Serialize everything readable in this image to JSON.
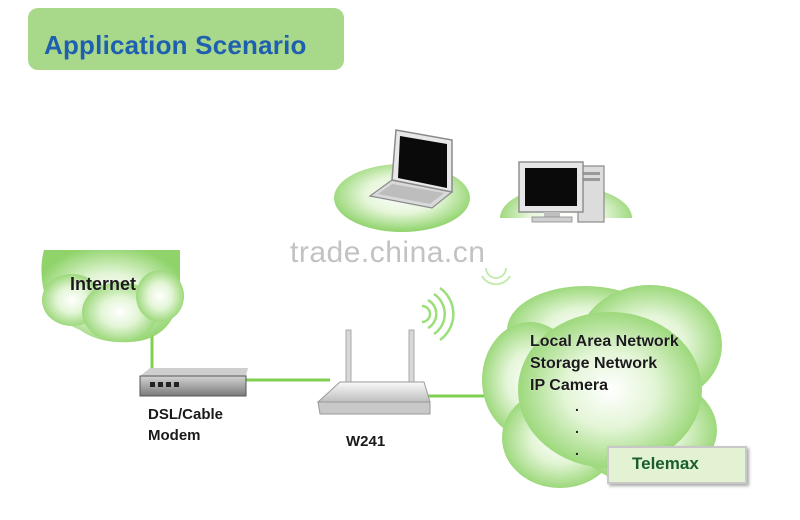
{
  "header": {
    "title": "Application Scenario"
  },
  "nodes": {
    "internet": {
      "label": "Internet"
    },
    "modem": {
      "label_line1": "DSL/Cable",
      "label_line2": "Modem"
    },
    "router": {
      "label": "W241"
    },
    "lan": {
      "lines": [
        "Local Area Network",
        "Storage Network",
        "IP Camera"
      ],
      "dots": [
        ".",
        ".",
        "."
      ]
    },
    "brand": {
      "label": "Telemax"
    }
  },
  "watermark": "trade.china.cn",
  "colors": {
    "title_background": "#a8d88a",
    "title_text": "#1f5fb0",
    "cloud_green": "#8fd36a",
    "link_line": "#7ed04e",
    "brand_text": "#1a5e2a"
  },
  "icons": [
    "laptop-icon",
    "desktop-computer-icon",
    "modem-icon",
    "wireless-router-icon",
    "wifi-signal-icon"
  ]
}
